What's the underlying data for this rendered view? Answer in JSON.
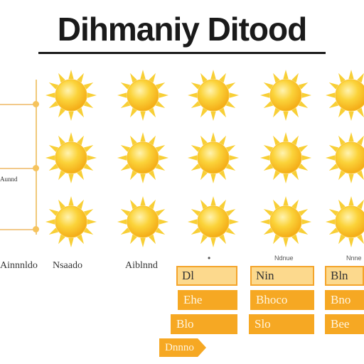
{
  "header": {
    "title": "Dihmaniy Ditood"
  },
  "colors": {
    "sun_core": "#f9c22e",
    "sun_ray": "#f8cf36",
    "box_fill": "#f6a823",
    "box_light": "#fcd98d"
  },
  "icon": "sun-icon",
  "rows": [
    {
      "label": ""
    },
    {
      "label": "Aunnd"
    },
    {
      "label": ""
    }
  ],
  "columns": [
    {
      "label": "Ainnnldo"
    },
    {
      "label": "Nsaado"
    },
    {
      "label": "Aiblnnd"
    },
    {
      "label": ""
    },
    {
      "label": ""
    }
  ],
  "column_marks": [
    {
      "label": "•"
    },
    {
      "label": "Ndnue"
    },
    {
      "label": "Nnne"
    }
  ],
  "schedule": [
    {
      "label": "Dl"
    },
    {
      "label": "Nin"
    },
    {
      "label": "Bln"
    },
    {
      "label": "Ehe"
    },
    {
      "label": "Bhoco"
    },
    {
      "label": "Bno"
    },
    {
      "label": "Blo"
    },
    {
      "label": "Slo"
    },
    {
      "label": "Bee"
    }
  ],
  "footer_tag": {
    "label": "Dnnno"
  }
}
